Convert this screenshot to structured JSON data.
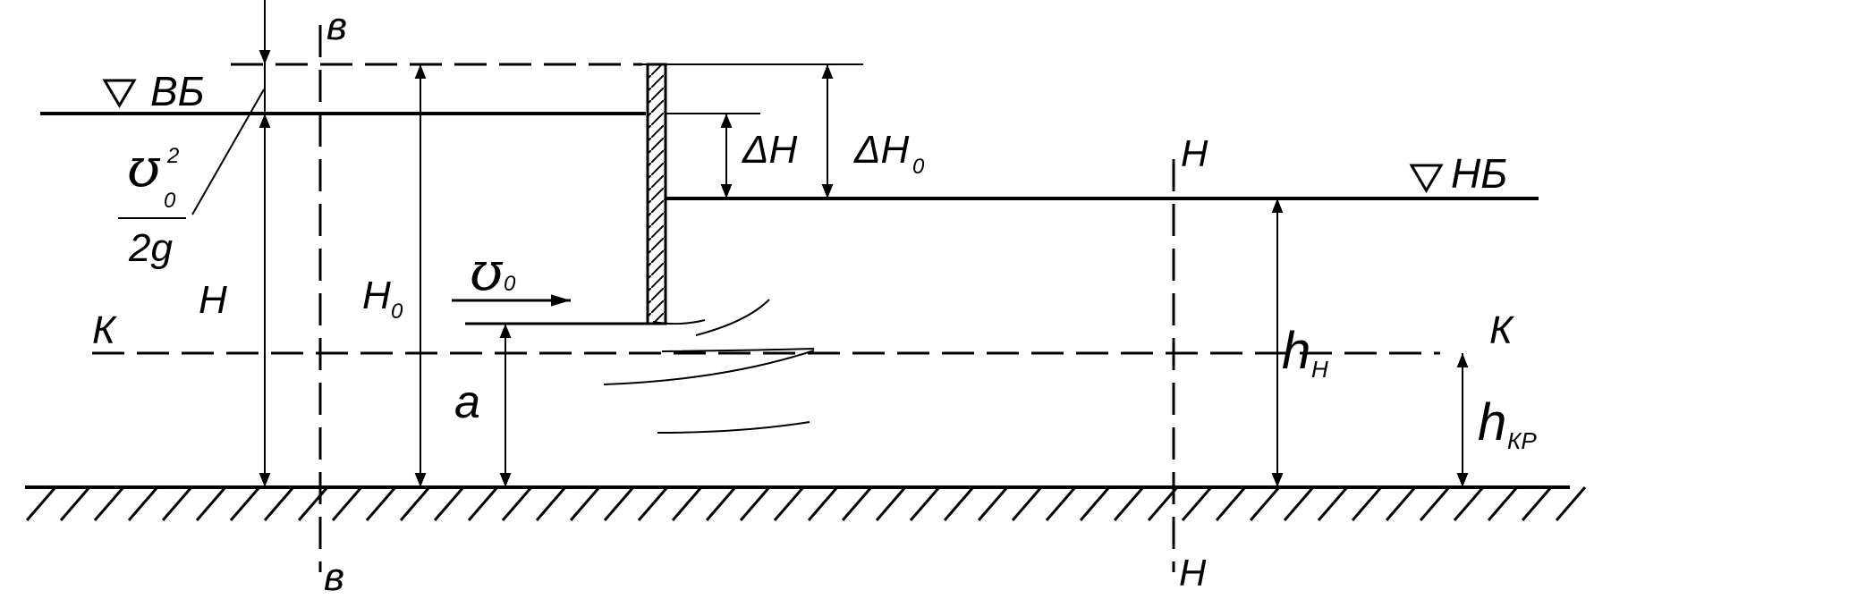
{
  "labels": {
    "section_b_top": "в",
    "section_b_bottom": "в",
    "upstream_level": "ВБ",
    "downstream_level": "НБ",
    "delta_h": "ΔH",
    "delta_h0_main": "ΔH",
    "delta_h0_sub": "0",
    "velocity_main": "ʊ",
    "velocity_sub": "0",
    "vel_head_num_main": "ʊ",
    "vel_head_num_sub": "0",
    "vel_head_num_sup": "2",
    "vel_head_den": "2g",
    "head": "H",
    "head0_main": "H",
    "head0_sub": "0",
    "critical_line_left": "К",
    "critical_line_right": "К",
    "gate_opening": "a",
    "section_n_top": "Н",
    "section_n_bottom": "Н",
    "hn_main": "h",
    "hn_sub": "Н",
    "hkr_main": "h",
    "hkr_sub": "КР"
  }
}
